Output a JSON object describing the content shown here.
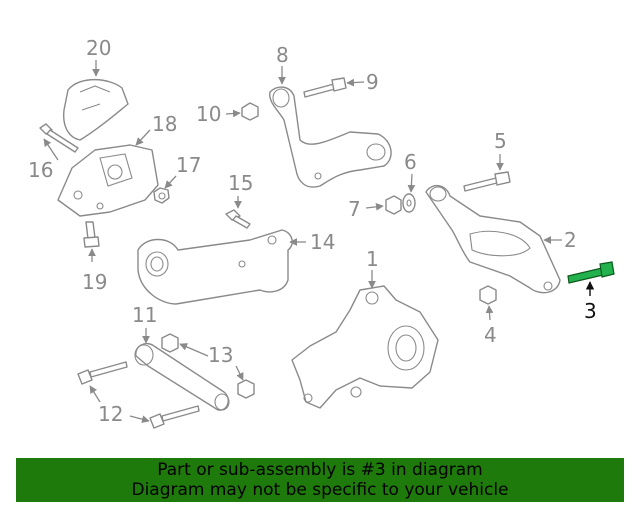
{
  "colors": {
    "line": "#8a8a8a",
    "highlight_part": "#22b14c",
    "banner_background": "#1f7a0c",
    "banner_text": "#000000"
  },
  "callouts": [
    "1",
    "2",
    "3",
    "4",
    "5",
    "6",
    "7",
    "8",
    "9",
    "10",
    "11",
    "12",
    "13",
    "14",
    "15",
    "16",
    "17",
    "18",
    "19",
    "20"
  ],
  "highlighted_callout": "3",
  "banner": {
    "line1": "Part or sub-assembly is #3 in diagram",
    "line2": "Diagram may not be specific to your vehicle"
  }
}
